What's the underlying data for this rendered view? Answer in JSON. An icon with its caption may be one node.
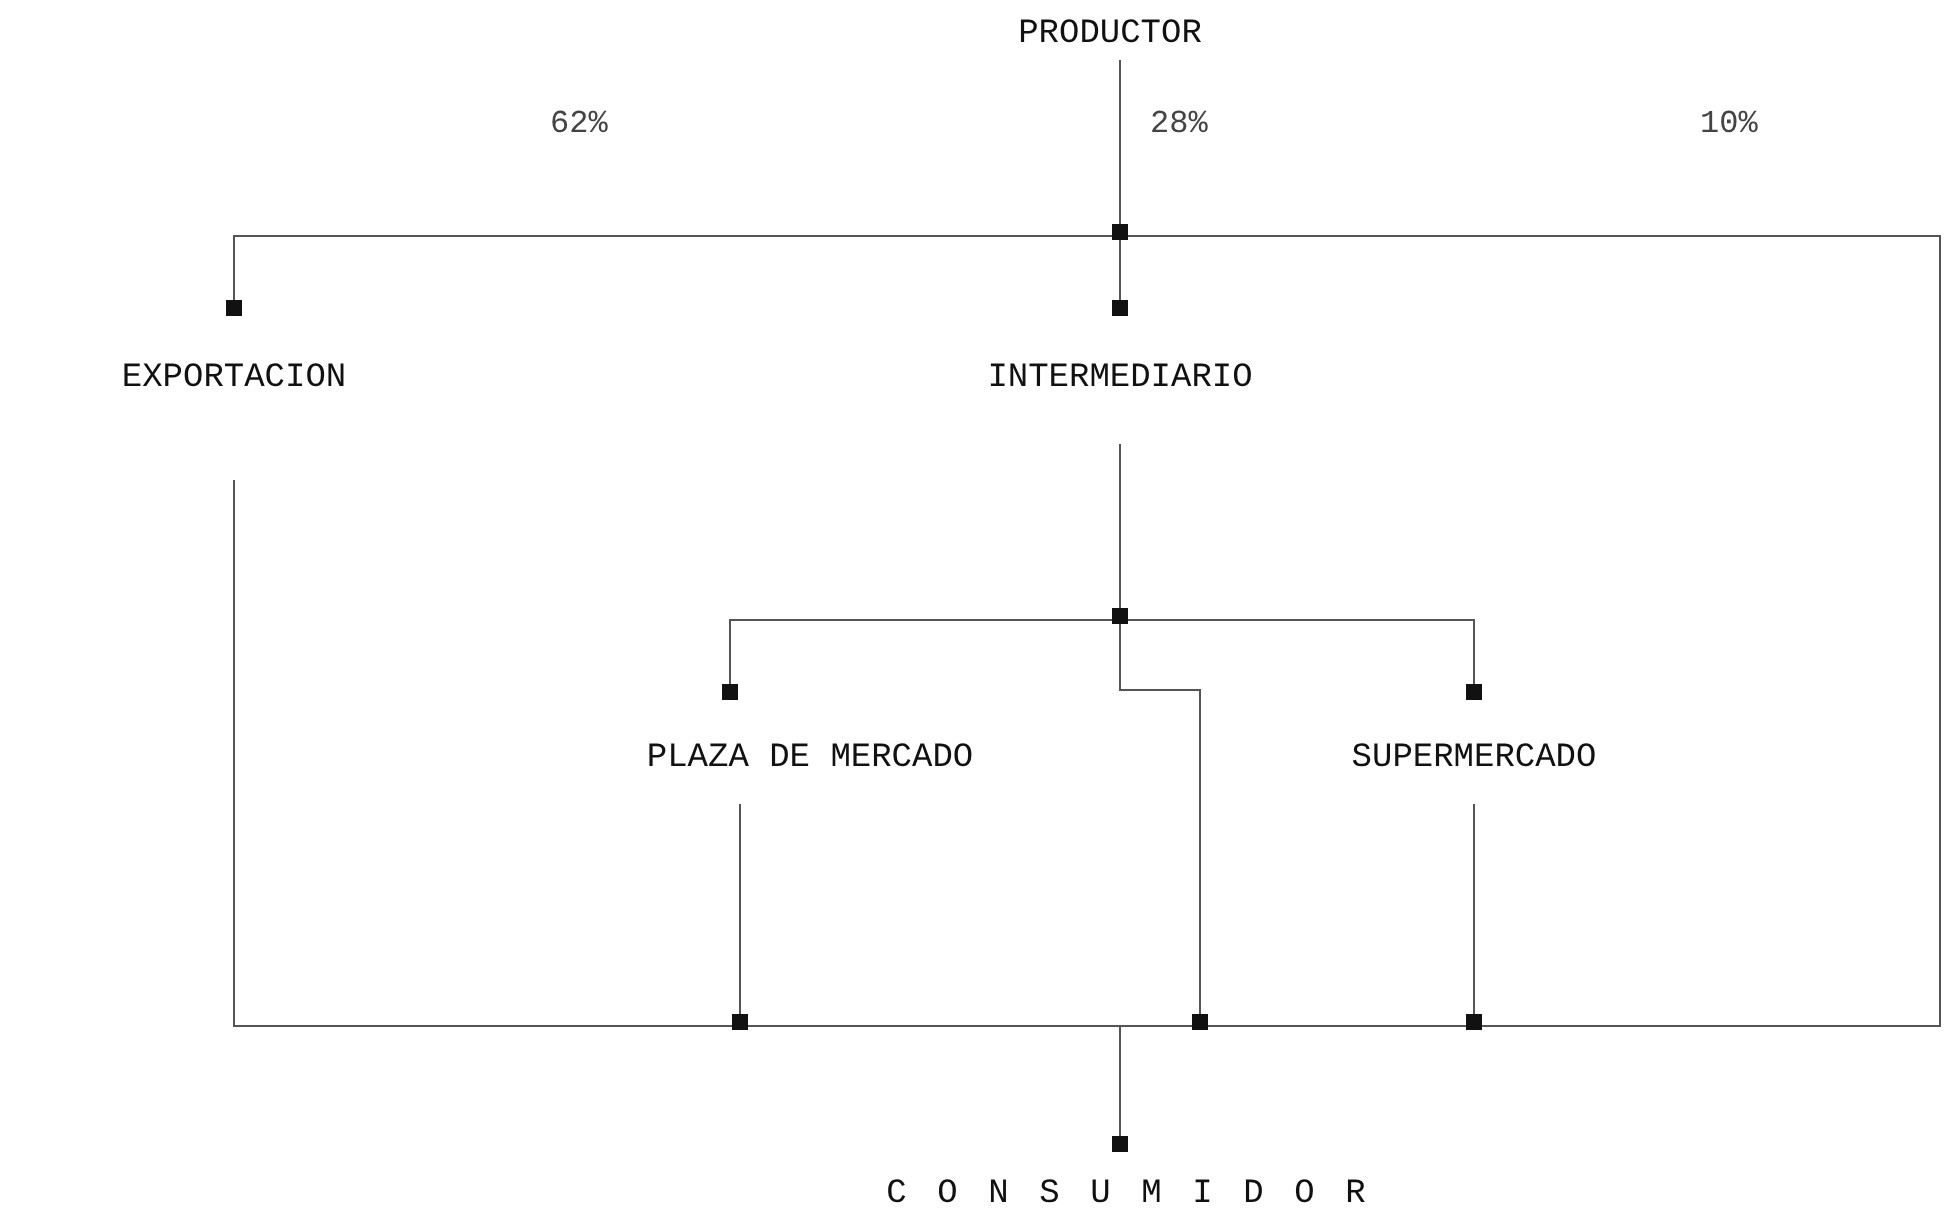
{
  "diagram": {
    "nodes": [
      {
        "text": [
          "PRODUCTOR"
        ]
      },
      {
        "text": [
          "EXPORTACION"
        ]
      },
      {
        "text": [
          "INTERMEDIARIO"
        ]
      },
      {
        "text": [
          "PLAZA DE MERCADO"
        ]
      },
      {
        "text": [
          "SUPERMERCADO"
        ]
      },
      {
        "text": [
          "CONSUMIDOR"
        ]
      }
    ],
    "edges": [
      {
        "from": 0,
        "to": 1,
        "arrow": "other",
        "label": "62%"
      },
      {
        "from": 0,
        "to": 2,
        "arrow": "other",
        "label": "28%"
      },
      {
        "from": 0,
        "to": 5,
        "arrow": "other",
        "label": "10%"
      },
      {
        "from": 1,
        "to": 5,
        "arrow": "other"
      },
      {
        "from": 2,
        "to": 3,
        "arrow": "other"
      },
      {
        "from": 2,
        "to": 4,
        "arrow": "other"
      },
      {
        "from": 2,
        "to": 5,
        "arrow": "other"
      },
      {
        "from": 3,
        "to": 5,
        "arrow": "other"
      },
      {
        "from": 4,
        "to": 5,
        "arrow": "other"
      }
    ]
  }
}
